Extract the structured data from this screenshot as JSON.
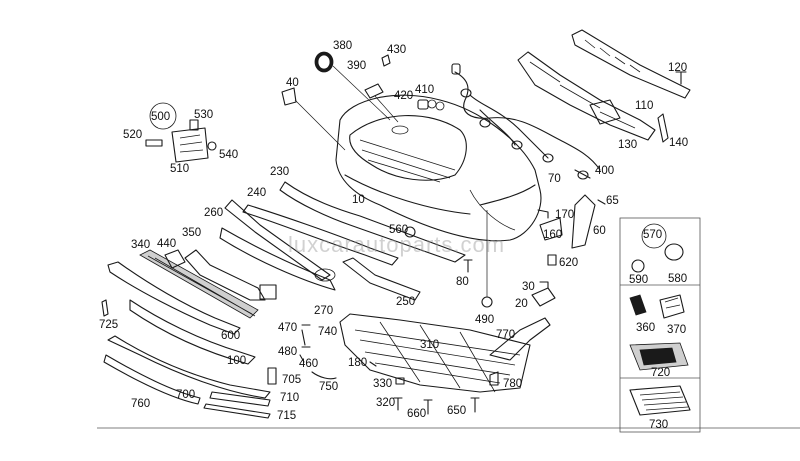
{
  "watermark": "luxcarautoparts.com",
  "callouts": {
    "c10": "10",
    "c20": "20",
    "c30": "30",
    "c40": "40",
    "c60": "60",
    "c65": "65",
    "c70": "70",
    "c80": "80",
    "c100": "100",
    "c110": "110",
    "c120": "120",
    "c130": "130",
    "c140": "140",
    "c160": "160",
    "c170": "170",
    "c180": "180",
    "c230": "230",
    "c240": "240",
    "c250": "250",
    "c260": "260",
    "c270": "270",
    "c310": "310",
    "c320": "320",
    "c330": "330",
    "c340": "340",
    "c350": "350",
    "c360": "360",
    "c370": "370",
    "c380": "380",
    "c390": "390",
    "c400": "400",
    "c410": "410",
    "c420": "420",
    "c430": "430",
    "c440": "440",
    "c460": "460",
    "c470": "470",
    "c480": "480",
    "c490": "490",
    "c500": "500",
    "c510": "510",
    "c520": "520",
    "c530": "530",
    "c540": "540",
    "c560": "560",
    "c570": "570",
    "c580": "580",
    "c590": "590",
    "c600": "600",
    "c620": "620",
    "c650": "650",
    "c660": "660",
    "c700": "700",
    "c705": "705",
    "c710": "710",
    "c715": "715",
    "c720": "720",
    "c725": "725",
    "c730": "730",
    "c740": "740",
    "c750": "750",
    "c760": "760",
    "c770": "770",
    "c780": "780"
  }
}
